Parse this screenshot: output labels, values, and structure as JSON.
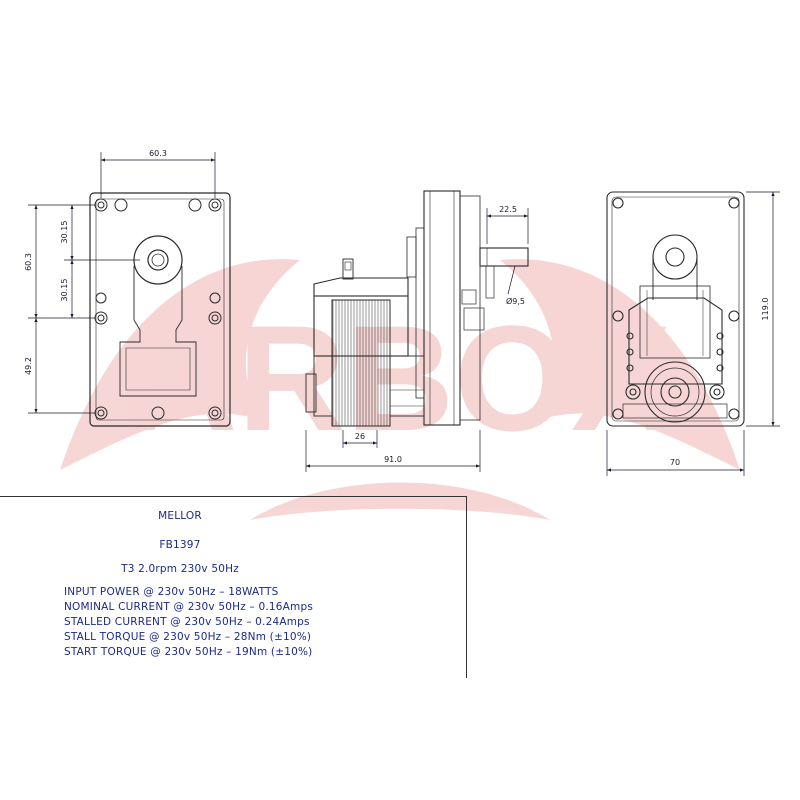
{
  "watermark": {
    "text": "ARBOX",
    "color": "#e88a8a"
  },
  "colors": {
    "line": "#2a2a2a",
    "dim": "#1a1a2e",
    "spec_text": "#1b2a8a"
  },
  "dimensions": {
    "front_width": "60.3",
    "upper_offset": "30.15",
    "lower_offset": "30.15",
    "left_height": "60.3",
    "bottom_height": "49.2",
    "shaft_length": "22.5",
    "shaft_diameter": "Ø9,5",
    "coil_width": "26",
    "side_width": "91.0",
    "rear_height": "119.0",
    "rear_width": "70"
  },
  "spec": {
    "brand": "MELLOR",
    "part_number": "FB1397",
    "model_line": "T3 2.0rpm 230v 50Hz",
    "lines": [
      "INPUT POWER @ 230v 50Hz – 18WATTS",
      "NOMINAL CURRENT @ 230v 50Hz – 0.16Amps",
      "STALLED CURRENT @ 230v 50Hz – 0.24Amps",
      "STALL TORQUE @ 230v 50Hz – 28Nm (±10%)",
      "START TORQUE @ 230v 50Hz – 19Nm (±10%)"
    ]
  }
}
